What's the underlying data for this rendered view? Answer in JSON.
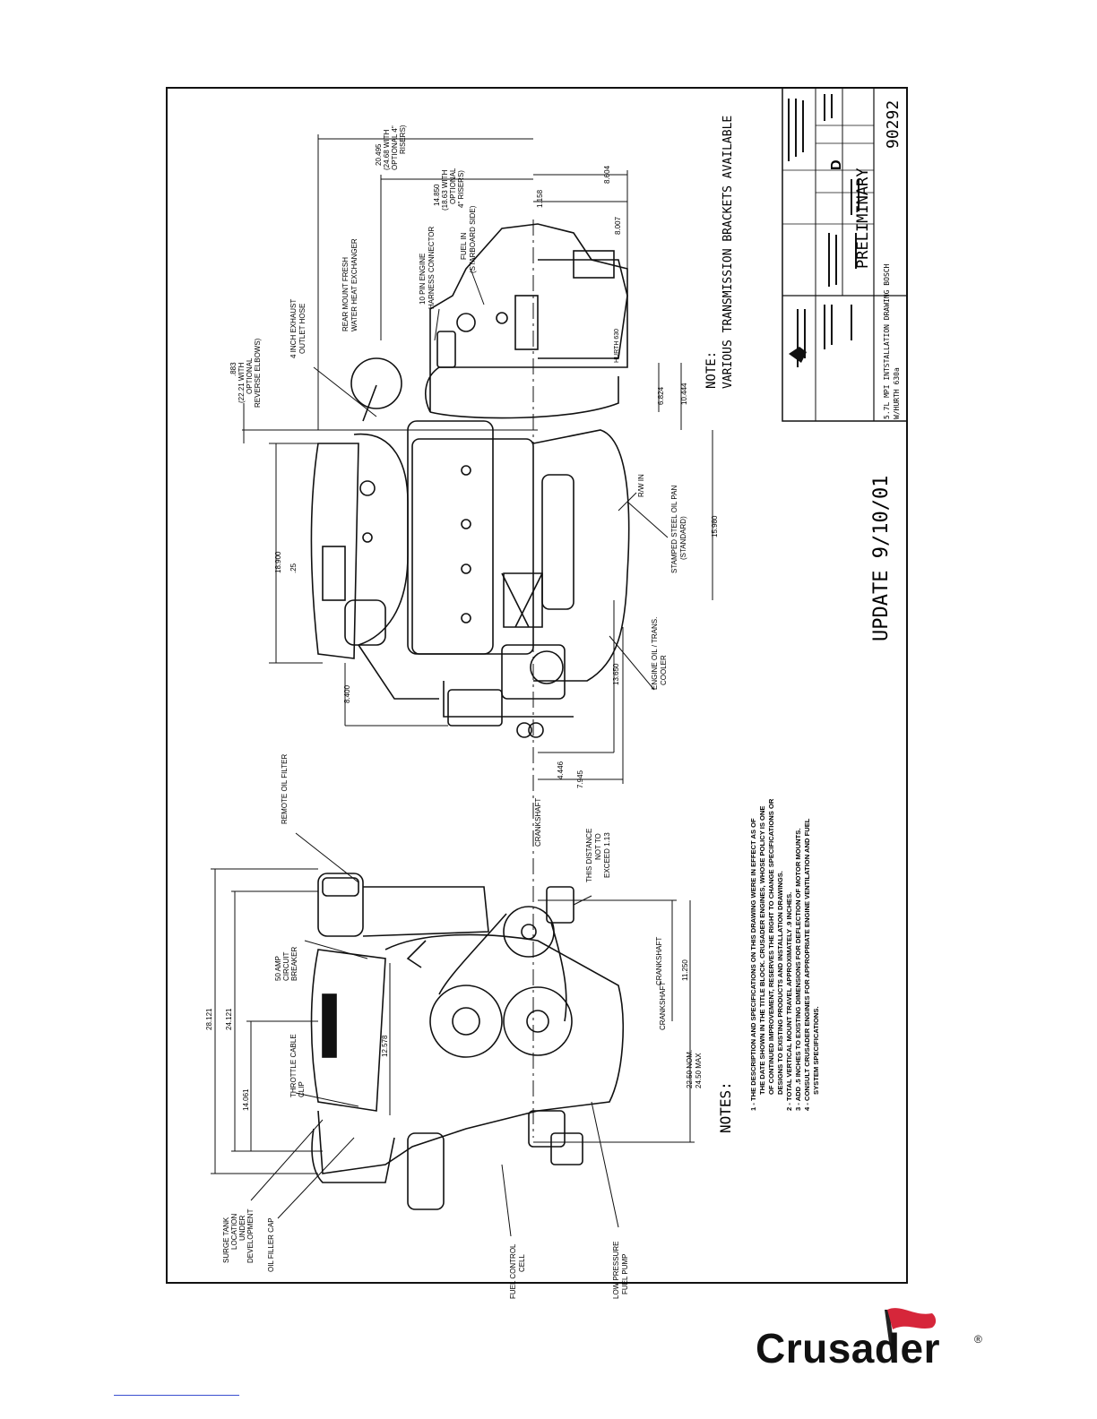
{
  "sheet": {
    "title_block": {
      "status": "PRELIMINARY",
      "drawing_number": "90292",
      "revision": "D",
      "title_line1": "5.7L MPI INTSTALLATION DRAWING BOSCH",
      "title_line2": "W/HURTH 630a"
    },
    "update_stamp": "UPDATE 9/10/01",
    "transmission_note_heading": "NOTE:",
    "transmission_note_text": "VARIOUS TRANSMISSION BRACKETS AVAILABLE",
    "notes_heading": "NOTES:",
    "notes": [
      "1 - THE DESCRIPTION AND SPECIFICATIONS ON THIS DRAWING WERE IN EFFECT AS OF",
      "THE DATE SHOWN IN THE TITLE BLOCK. CRUSADER ENGINES, WHOSE POLICY IS ONE",
      "OF CONTINUED IMPROVEMENT, RESERVES THE RIGHT TO CHANGE SPECIFICATIONS OR",
      "DESIGNS TO EXISTING PRODUCTS AND INSTALLATION DRAWINGS.",
      "2 - TOTAL VERTICAL MOUNT TRAVEL APPROXIMATELY .9 INCHES.",
      "3 - ADD .5 INCHES TO EXISTING DIMENSIONS FOR DEFLECTION OF MOTOR MOUNTS.",
      "4 - CONSULT CRUSADER ENGINES FOR APPROPRIATE ENGINE VENTILATION AND FUEL",
      "SYSTEM SPECIFICATIONS."
    ],
    "side_view_labels": {
      "exhaust_elbow": [
        ".883",
        "(22.21 WITH",
        "OPTIONAL",
        "REVERSE ELBOWS)"
      ],
      "exhaust_hose": [
        "4 INCH EXHAUST",
        "OUTLET HOSE"
      ],
      "heat_exchanger": [
        "REAR MOUNT FRESH",
        "WATER HEAT EXCHANGER"
      ],
      "harness": [
        "10 PIN ENGINE",
        "HARNESS CONNECTOR"
      ],
      "fuel_in": [
        "FUEL IN",
        "(STARBOARD SIDE)"
      ],
      "risers_20": [
        "20.495",
        "(24.68 WITH",
        "OPTIONAL 4\"",
        "RISERS)"
      ],
      "risers_14": [
        "14.850",
        "(18.63 WITH",
        "OPTIONAL",
        "4\" RISERS)"
      ],
      "raw_water_in": "R/W IN",
      "oil_pan": [
        "STAMPED STEEL OIL PAN",
        "(STANDARD)"
      ],
      "oil_cooler": [
        "ENGINE OIL / TRANS.",
        "COOLER"
      ],
      "crankshaft": "CRANKSHAFT",
      "hurth": "HURTH 630"
    },
    "side_view_dims": [
      "1.158",
      "8.604",
      "8.007",
      "6.824",
      "10.444",
      "15.980",
      "18.900",
      ".25",
      "13.650",
      "8.400",
      "4.446",
      "7.945"
    ],
    "front_view_labels": {
      "remote_filter": "REMOTE OIL FILTER",
      "distance_note": [
        "THIS DISTANCE",
        "NOT TO",
        "EXCEED 1.13"
      ],
      "breaker": [
        "50 AMP",
        "CIRCUIT",
        "BREAKER"
      ],
      "crankshaft": "CRANKSHAFT",
      "throttle": [
        "THROTTLE CABLE",
        "CLIP"
      ],
      "surge_tank": [
        "SURGE TANK",
        "LOCATION",
        "UNDER",
        "DEVELOPMENT"
      ],
      "oil_filler": "OIL FILLER CAP",
      "fuel_cell": [
        "FUEL CONTROL",
        "CELL"
      ],
      "fuel_pump": [
        "LOW PRESSURE",
        "FUEL PUMP"
      ],
      "nom_max": [
        "22.50 NOM.",
        "24.50 MAX"
      ]
    },
    "front_view_dims": [
      "28.121",
      "24.121",
      "14.061",
      "12.578",
      "11.250"
    ]
  },
  "brand": {
    "wordmark": "Crusader",
    "registered": "®",
    "flag_color": "#d6263a"
  },
  "colors": {
    "ink": "#111111",
    "link_rule": "#3a4fd0"
  }
}
